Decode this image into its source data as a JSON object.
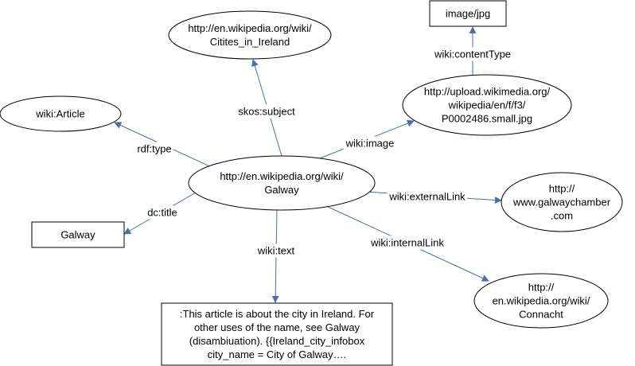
{
  "nodes": [
    {
      "id": "galway_page",
      "shape": "ellipse",
      "lines": [
        "http://en.wikipedia.org/wiki/",
        "Galway"
      ]
    },
    {
      "id": "cities_ireland",
      "shape": "ellipse",
      "lines": [
        "http://en.wikipedia.org/wiki/",
        "Citites_in_Ireland"
      ]
    },
    {
      "id": "image_jpg",
      "shape": "rect",
      "lines": [
        "image/jpg"
      ]
    },
    {
      "id": "upload_image",
      "shape": "ellipse",
      "lines": [
        "http://upload.wikimedia.org/",
        "wikipedia/en/f/f3/",
        "P0002486.small.jpg"
      ]
    },
    {
      "id": "wiki_article",
      "shape": "ellipse",
      "lines": [
        "wiki:Article"
      ]
    },
    {
      "id": "galway_chamber",
      "shape": "ellipse",
      "lines": [
        "http://",
        "www.galwaychamber",
        ".com"
      ]
    },
    {
      "id": "galway_title",
      "shape": "rect",
      "lines": [
        "Galway"
      ]
    },
    {
      "id": "connacht",
      "shape": "ellipse",
      "lines": [
        "http://",
        "en.wikipedia.org/wiki/",
        "Connacht"
      ]
    },
    {
      "id": "article_text",
      "shape": "rect",
      "lines": [
        ":This article is about the city in Ireland. For",
        "other uses of the name, see Galway",
        "(disambiuation). {{Ireland_city_infobox",
        "city_name = City of Galway…."
      ]
    }
  ],
  "edges": [
    {
      "id": "skos_subject",
      "from": "galway_page",
      "to": "cities_ireland",
      "label": "skos:subject"
    },
    {
      "id": "wiki_contenttype",
      "from": "upload_image",
      "to": "image_jpg",
      "label": "wiki:contentType"
    },
    {
      "id": "wiki_image",
      "from": "galway_page",
      "to": "upload_image",
      "label": "wiki:image"
    },
    {
      "id": "rdf_type",
      "from": "galway_page",
      "to": "wiki_article",
      "label": "rdf:type"
    },
    {
      "id": "wiki_externallink",
      "from": "galway_page",
      "to": "galway_chamber",
      "label": "wiki:externalLink"
    },
    {
      "id": "dc_title",
      "from": "galway_page",
      "to": "galway_title",
      "label": "dc:title"
    },
    {
      "id": "wiki_internallink",
      "from": "galway_page",
      "to": "connacht",
      "label": "wiki:internalLink"
    },
    {
      "id": "wiki_text",
      "from": "galway_page",
      "to": "article_text",
      "label": "wiki:text"
    }
  ]
}
